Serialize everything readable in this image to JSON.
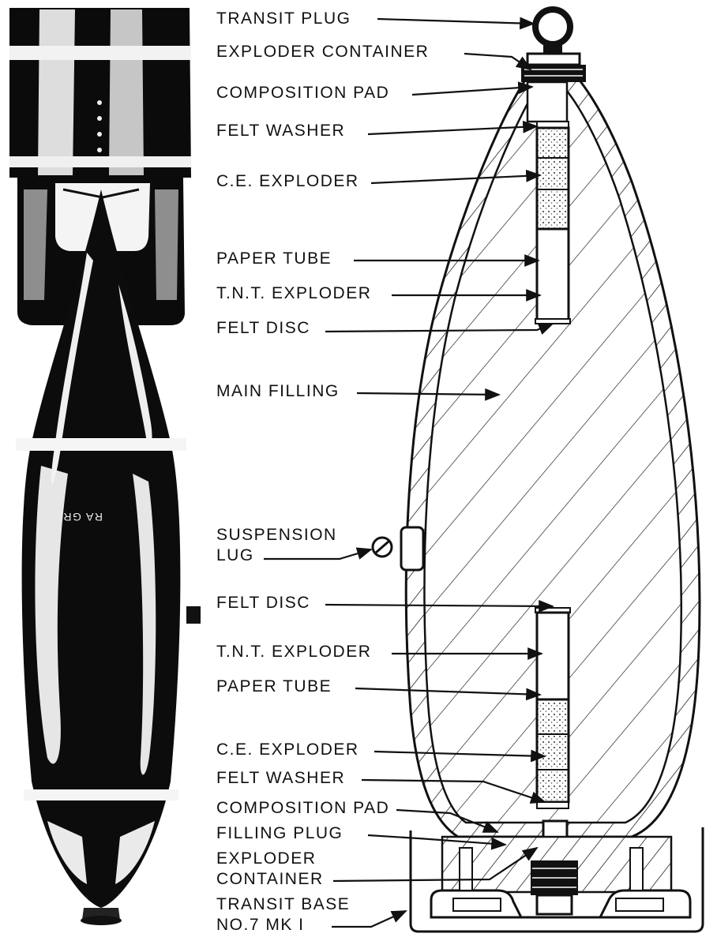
{
  "labels": {
    "transit_plug": "TRANSIT PLUG",
    "exploder_container_top": "EXPLODER CONTAINER",
    "composition_pad_top": "COMPOSITION PAD",
    "felt_washer_top": "FELT WASHER",
    "ce_exploder_top": "C.E. EXPLODER",
    "paper_tube_top": "PAPER TUBE",
    "tnt_exploder_top": "T.N.T. EXPLODER",
    "felt_disc_top": "FELT DISC",
    "main_filling": "MAIN FILLING",
    "suspension_lug_1": "SUSPENSION",
    "suspension_lug_2": "LUG",
    "felt_disc_bottom": "FELT DISC",
    "tnt_exploder_bottom": "T.N.T. EXPLODER",
    "paper_tube_bottom": "PAPER TUBE",
    "ce_exploder_bottom": "C.E. EXPLODER",
    "felt_washer_bottom": "FELT WASHER",
    "composition_pad_bottom": "COMPOSITION PAD",
    "filling_plug": "FILLING PLUG",
    "exploder_container_bottom_1": "EXPLODER",
    "exploder_container_bottom_2": "CONTAINER",
    "transit_base_1": "TRANSIT BASE",
    "transit_base_2": "NO.7 MK I"
  },
  "bomb_body_marking": "RA GR"
}
